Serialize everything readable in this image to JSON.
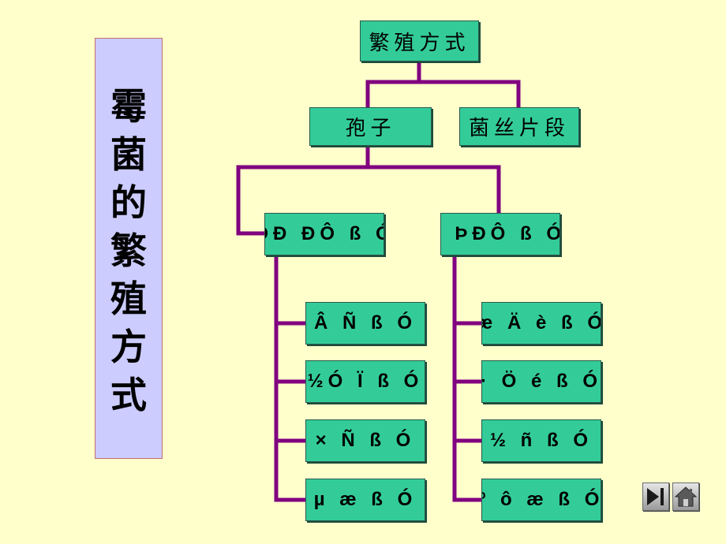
{
  "side_title": [
    "霉",
    "菌",
    "的",
    "繁",
    "殖",
    "方",
    "式"
  ],
  "nodes": {
    "root": "繁殖方式",
    "spore": "孢子",
    "hypha_fragment": "菌丝片段",
    "left_group": "ÓÐ ÐÔ ß Ó",
    "right_group": "Î ÞÐÔ ß Ó",
    "left_items": [
      "Â Ñ ß Ó",
      "½Ó Ï ß Ó",
      "× Ñ ß Ó",
      "µ æ ß Ó"
    ],
    "right_items": [
      "æ Ä è ß Ó",
      "· Ö é ß Ó",
      "½ ñ ß Ó",
      "º ô æ ß Ó"
    ]
  },
  "colors": {
    "background": "#FFFFCC",
    "node_fill": "#33CC99",
    "connector": "#800080",
    "side_title_fill": "#CCCCFF"
  },
  "icons": [
    "next-slide-icon",
    "home-icon"
  ]
}
